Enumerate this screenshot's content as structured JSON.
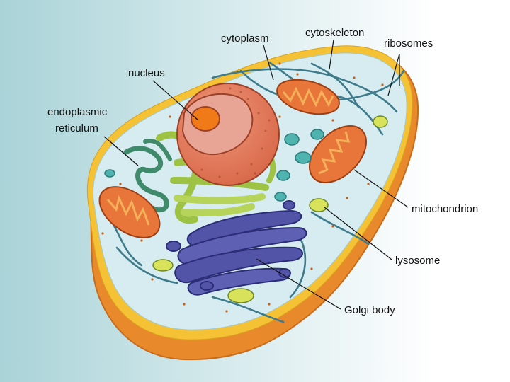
{
  "labels": {
    "cytoplasm": "cytoplasm",
    "cytoskeleton": "cytoskeleton",
    "ribosomes": "ribosomes",
    "nucleus": "nucleus",
    "endoplasmic_line1": "endoplasmic",
    "endoplasmic_line2": "reticulum",
    "mitochondrion": "mitochondrion",
    "lysosome": "lysosome",
    "golgi": "Golgi body"
  },
  "colors": {
    "background_left": "#a9d3d8",
    "background_right": "#ffffff",
    "membrane_outer": "#e88a2c",
    "membrane_inner": "#f5c235",
    "cytoplasm": "#d6ecf1",
    "nucleus": "#e07a55",
    "nucleolus": "#f07a18",
    "endoplasmic_reticulum": "#a8c94a",
    "mitochondrion": "#e8763a",
    "golgi": "#5254a8",
    "vesicle": "#4fb3b0",
    "lysosome": "#d8e25a"
  }
}
